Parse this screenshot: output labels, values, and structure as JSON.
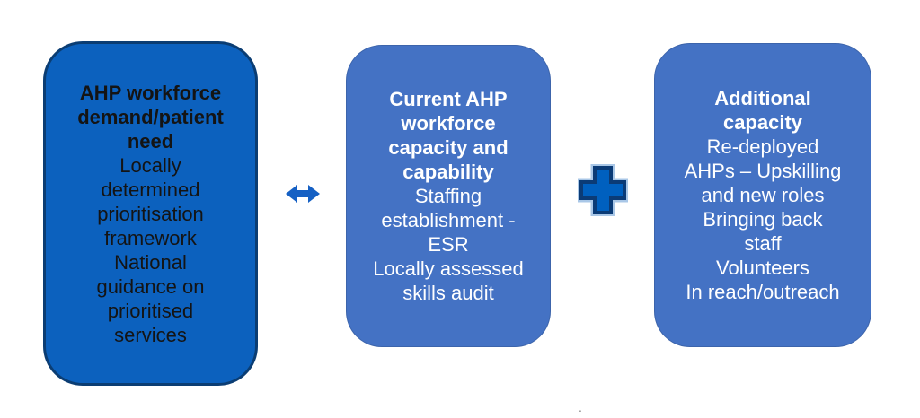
{
  "diagram": {
    "boxes": [
      {
        "id": "ahp-workforce-demand",
        "title": "AHP workforce\ndemand/patient\nneed",
        "body": "Locally\ndetermined\nprioritisation\nframework\nNational\nguidance on\nprioritised\nservices"
      },
      {
        "id": "current-ahp-workforce-capacity",
        "title": "Current AHP\nworkforce\ncapacity and\ncapability",
        "body": "Staffing\nestablishment -\nESR\nLocally assessed\nskills audit"
      },
      {
        "id": "additional-capacity",
        "title": "Additional\ncapacity",
        "body": "Re-deployed\nAHPs – Upskilling\nand new roles\nBringing back\nstaff\nVolunteers\nIn reach/outreach"
      }
    ],
    "connectors": [
      {
        "id": "double-arrow",
        "meaning": "two-way relationship between demand and current capacity"
      },
      {
        "id": "plus",
        "meaning": "current capacity plus additional capacity"
      }
    ],
    "stray_mark": "."
  },
  "colors": {
    "bg": "#ffffff",
    "box1_fill": "#0c61be",
    "box1_border": "#0b3d73",
    "box1_text": "#141414",
    "box23_fill": "#4472c4",
    "box23_border": "#3c64ab",
    "box23_text": "#ffffff",
    "arrow": "#1560c4",
    "plus_fill": "#0060bf",
    "plus_border": "#0b3b76",
    "plus_halo": "#a9c7e7",
    "dot": "#7f7f7f"
  }
}
